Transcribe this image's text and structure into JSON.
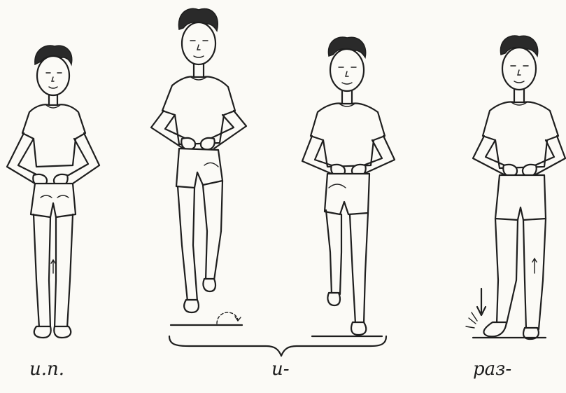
{
  "captions": {
    "start_position": "и.п.",
    "and": "и-",
    "one": "раз-"
  },
  "figures": [
    {
      "pose": "standing-hands-on-waist"
    },
    {
      "pose": "jump-knee-raised"
    },
    {
      "pose": "landing-on-one-foot"
    },
    {
      "pose": "foot-stamp"
    }
  ]
}
